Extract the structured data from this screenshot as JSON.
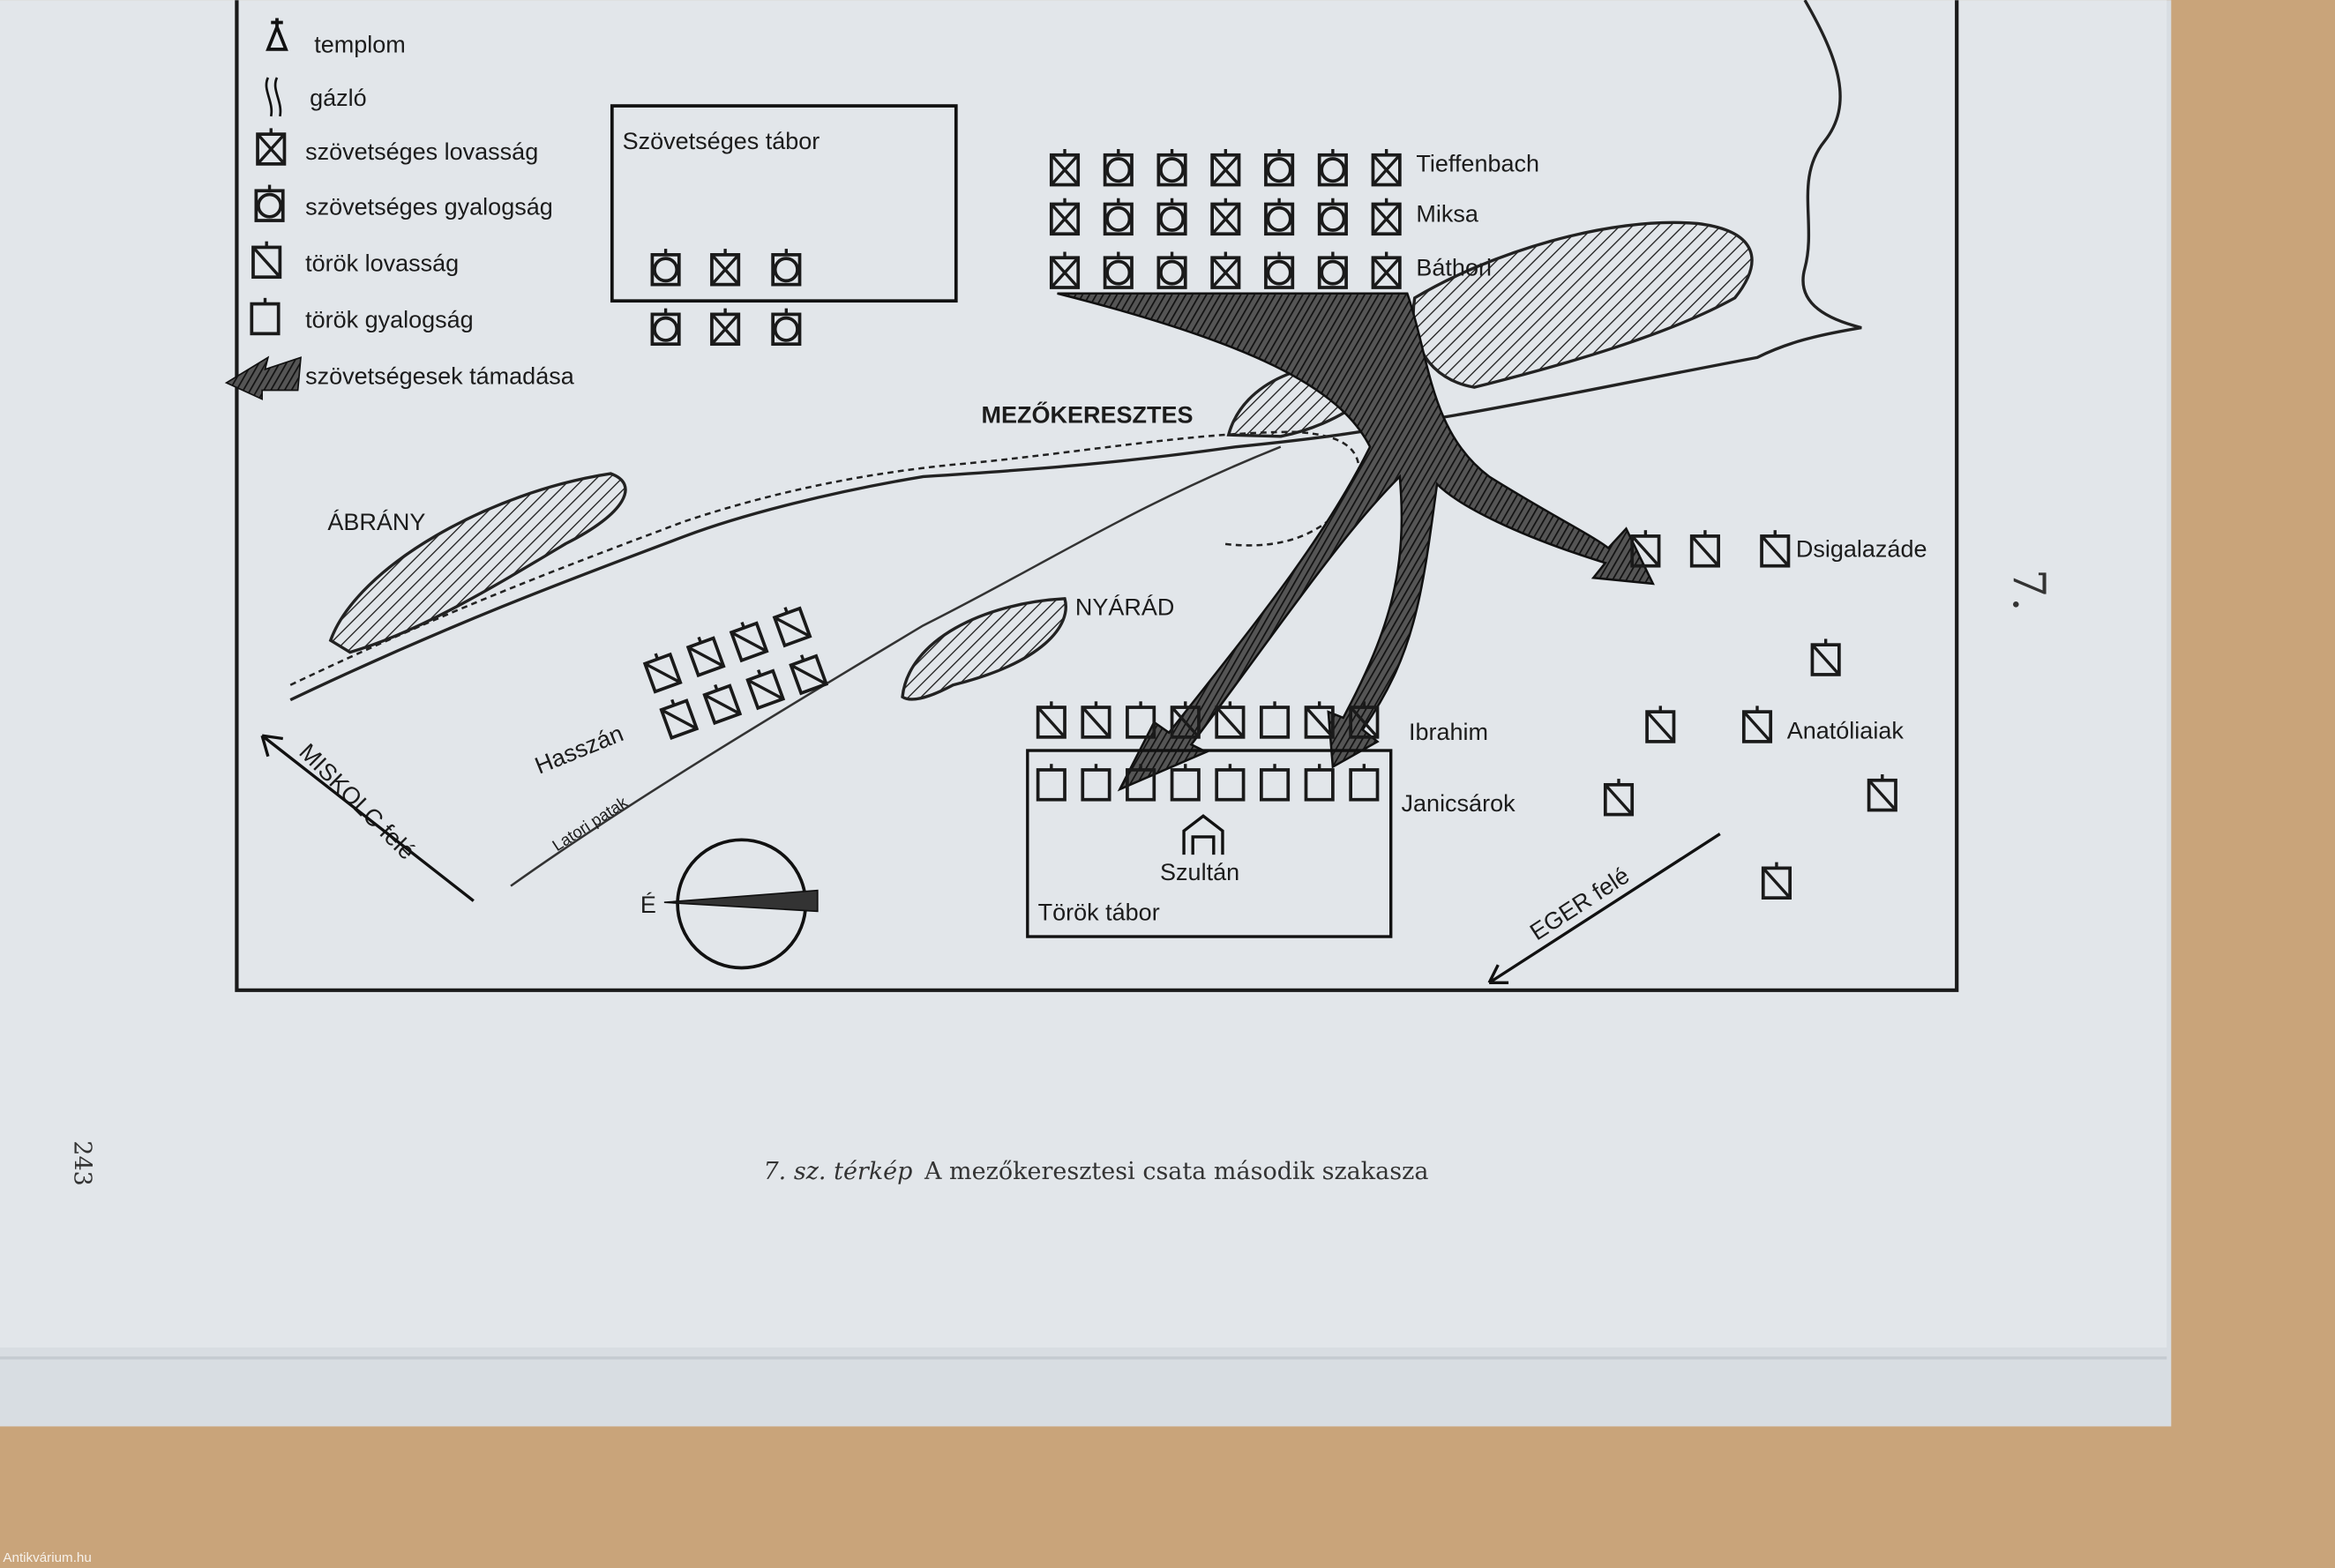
{
  "legend": {
    "items": [
      {
        "icon": "church-icon",
        "label": "templom"
      },
      {
        "icon": "ford-icon",
        "label": "gázló"
      },
      {
        "icon": "allied-cavalry-icon",
        "label": "szövetséges   lovasság"
      },
      {
        "icon": "allied-infantry-icon",
        "label": "szövetséges   gyalogság"
      },
      {
        "icon": "turkish-cavalry-icon",
        "label": "török   lovasság"
      },
      {
        "icon": "turkish-infantry-icon",
        "label": "török   gyalogság"
      },
      {
        "icon": "attack-arrow-icon",
        "label": "szövetségesek   támadása"
      }
    ]
  },
  "map": {
    "allied_camp": "Szövetséges   tábor",
    "turkish_camp": "Török   tábor",
    "sultan": "Szultán",
    "places": {
      "mezokeresztes": "MEZŐKERESZTES",
      "abrany": "ÁBRÁNY",
      "nyarad": "NYÁRÁD",
      "stream": "Latori  patak",
      "miskolc": "MISKOLC  felé",
      "eger": "EGER  felé",
      "compass": "É"
    },
    "units": {
      "tieffenbach": "Tieffenbach",
      "miksa": "Miksa",
      "bathori": "Báthori",
      "hasszan": "Hasszán",
      "dsigalazade": "Dsigalazáde",
      "ibrahim": "Ibrahim",
      "anatoliaiak": "Anatóliaiak",
      "janicsarok": "Janicsárok"
    }
  },
  "page": {
    "map_number": "7.",
    "page_number": "243",
    "caption_italic": "7. sz. térkép",
    "caption": "A mezőkeresztesi csata második szakasza",
    "watermark": "Antikvárium.hu"
  }
}
